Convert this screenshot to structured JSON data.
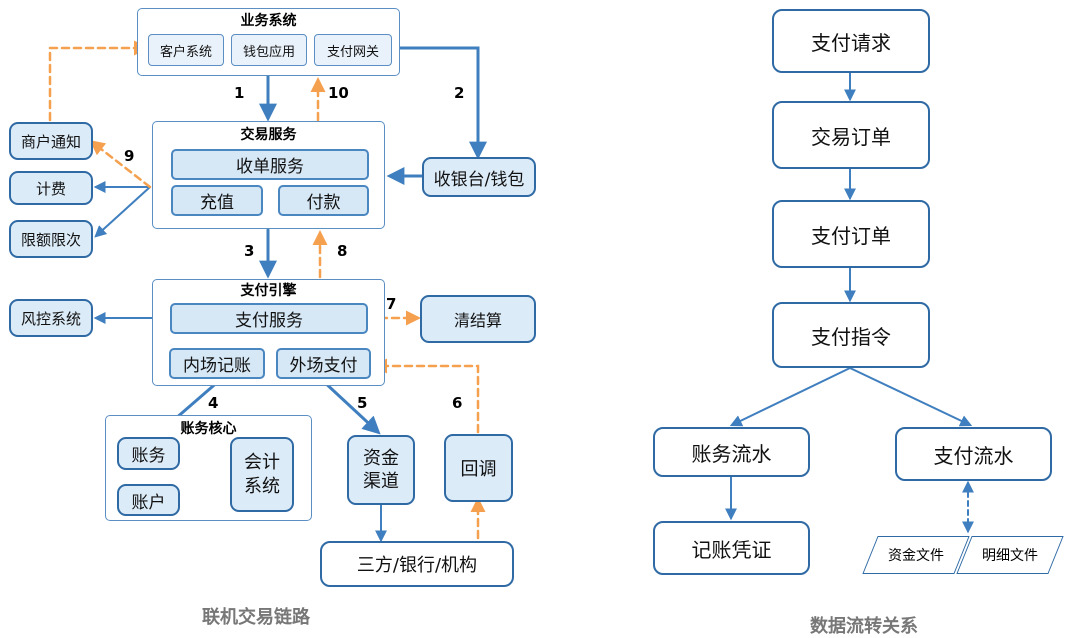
{
  "left_diagram": {
    "business_system": {
      "title": "业务系统",
      "items": [
        "客户系统",
        "钱包应用",
        "支付网关"
      ]
    },
    "trade_service": {
      "title": "交易服务",
      "collect": "收单服务",
      "recharge": "充值",
      "pay": "付款"
    },
    "cashier": "收银台/钱包",
    "merchant_notify": "商户通知",
    "billing": "计费",
    "limits": "限额限次",
    "payment_engine": {
      "title": "支付引擎",
      "service": "支付服务",
      "internal": "内场记账",
      "external": "外场支付"
    },
    "risk": "风控系统",
    "clearing": "清结算",
    "account_core": {
      "title": "账务核心",
      "ledger": "账务",
      "account": "账户",
      "accounting": "会计系统"
    },
    "fund_channel": "资金渠道",
    "callback": "回调",
    "third_party": "三方/银行/机构",
    "step_numbers": [
      "1",
      "2",
      "3",
      "4",
      "5",
      "6",
      "7",
      "8",
      "9",
      "10"
    ],
    "caption": "联机交易链路"
  },
  "right_diagram": {
    "nodes": [
      "支付请求",
      "交易订单",
      "支付订单",
      "支付指令",
      "账务流水",
      "支付流水",
      "记账凭证",
      "资金文件",
      "明细文件"
    ],
    "caption": "数据流转关系"
  },
  "colors": {
    "solid_arrow": "#3f7fbf",
    "dashed_arrow": "#f5a04e",
    "border": "#5b8fc4",
    "fill": "#d6e7f6"
  }
}
